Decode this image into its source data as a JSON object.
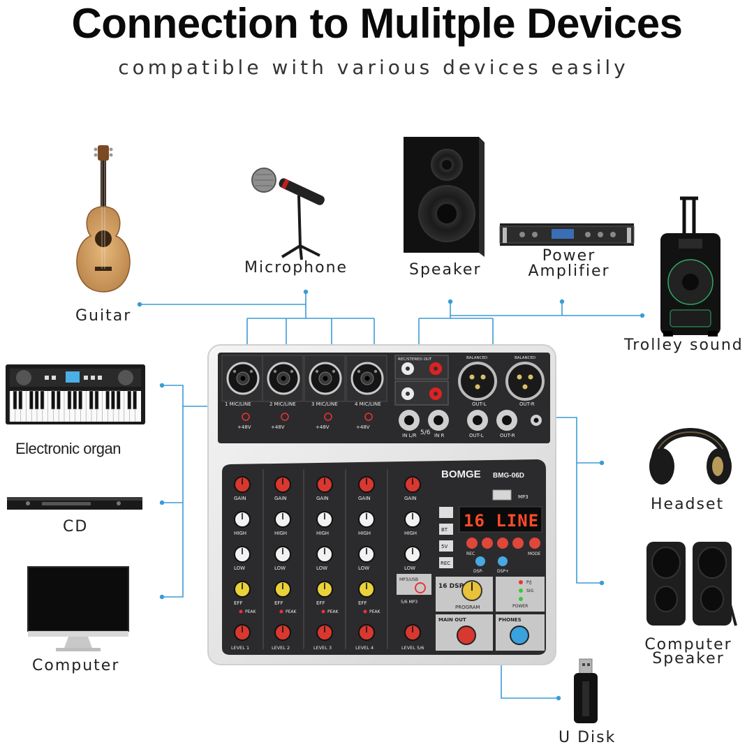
{
  "header": {
    "title": "Connection to Mulitple Devices",
    "subtitle": "compatible with various devices easily"
  },
  "devices": {
    "guitar": "Guitar",
    "microphone": "Microphone",
    "speaker": "Speaker",
    "power_amplifier_line1": "Power",
    "power_amplifier_line2": "Amplifier",
    "trolley_sound": "Trolley sound",
    "electronic_organ": "Electronic organ",
    "cd": "CD",
    "computer": "Computer",
    "headset": "Headset",
    "computer_speaker_line1": "Computer",
    "computer_speaker_line2": "Speaker",
    "u_disk": "U Disk"
  },
  "mixer": {
    "brand": "BOMGE",
    "model": "BMG-06D",
    "display": "16 LINE",
    "back_panel": {
      "inputs": [
        "1 MIC/LINE",
        "2 MIC/LINE",
        "3 MIC/LINE",
        "4 MIC/LINE"
      ],
      "phantom": [
        "+48V",
        "+48V",
        "+48V",
        "+48V"
      ],
      "rec_label": "REC/STEREO OUT",
      "balanced": [
        "BALANCED",
        "BALANCED"
      ],
      "xlr_outputs": [
        "OUT-L",
        "OUT-R"
      ],
      "jack_inputs": [
        "IN L/R",
        "5/6",
        "IN R"
      ],
      "jack_outputs": [
        "OUT-L",
        "OUT-R"
      ]
    },
    "strip_labels": [
      "GAIN",
      "HIGH",
      "LOW",
      "EFF",
      "PEAK"
    ],
    "level_labels": [
      "LEVEL 1",
      "LEVEL 2",
      "LEVEL 3",
      "LEVEL 4",
      "LEVEL 5/6"
    ],
    "side_buttons": [
      "BT",
      "5V",
      "REC"
    ],
    "mode_buttons": [
      "REC",
      "MODE"
    ],
    "dsp_labels": [
      "DSP-",
      "DSP+"
    ],
    "usb_label": "MP3",
    "mp3_usb_label": "MP3/USB",
    "mp3_label": "5/6 MP3",
    "program_badge": "16 DSP",
    "program_label": "PROGRAM",
    "indicators": [
      "P/J",
      "SIG",
      "POWER"
    ],
    "main_out_label": "MAIN OUT",
    "phones_label": "PHONES"
  },
  "colors": {
    "connector_line": "#3a9bd5",
    "panel_dark": "#2b2b2d",
    "knob_red": "#d8382f",
    "knob_yellow": "#e9d23a",
    "knob_white": "#f2f2f2",
    "lcd_red": "#ff4a2a"
  }
}
